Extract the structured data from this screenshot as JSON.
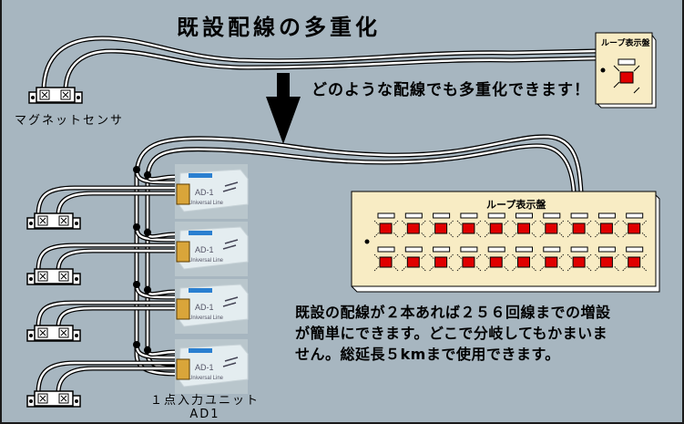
{
  "title": "既設配線の多重化",
  "subtitle": "どのような配線でも多重化できます！",
  "sensor": {
    "label": "マグネットセンサ"
  },
  "small_panel": {
    "title": "ループ表示盤",
    "lamps": 1
  },
  "large_panel": {
    "title": "ループ表示盤",
    "rows": 2,
    "lamps_per_row": 10
  },
  "unit": {
    "label_line1": "１点入力ユニット",
    "label_line2": "AD1",
    "count": 4,
    "model_text": "AD-1",
    "brand_text": "Universal Line"
  },
  "description": {
    "line1": "既設の配線が２本あれば２５６回線までの増設",
    "line2": "が簡単にできます。どこで分岐してもかまいま",
    "line3": "せん。総延長５kmまで使用できます。"
  },
  "colors": {
    "background": "#a7b6c0",
    "panel": "#f8ecc4",
    "lamp_on": "#e00000",
    "lamp_label": "#ffffff",
    "connector": "#d9a53a",
    "unit_body": "#e4edf0",
    "unit_accent": "#2a7fd0"
  }
}
